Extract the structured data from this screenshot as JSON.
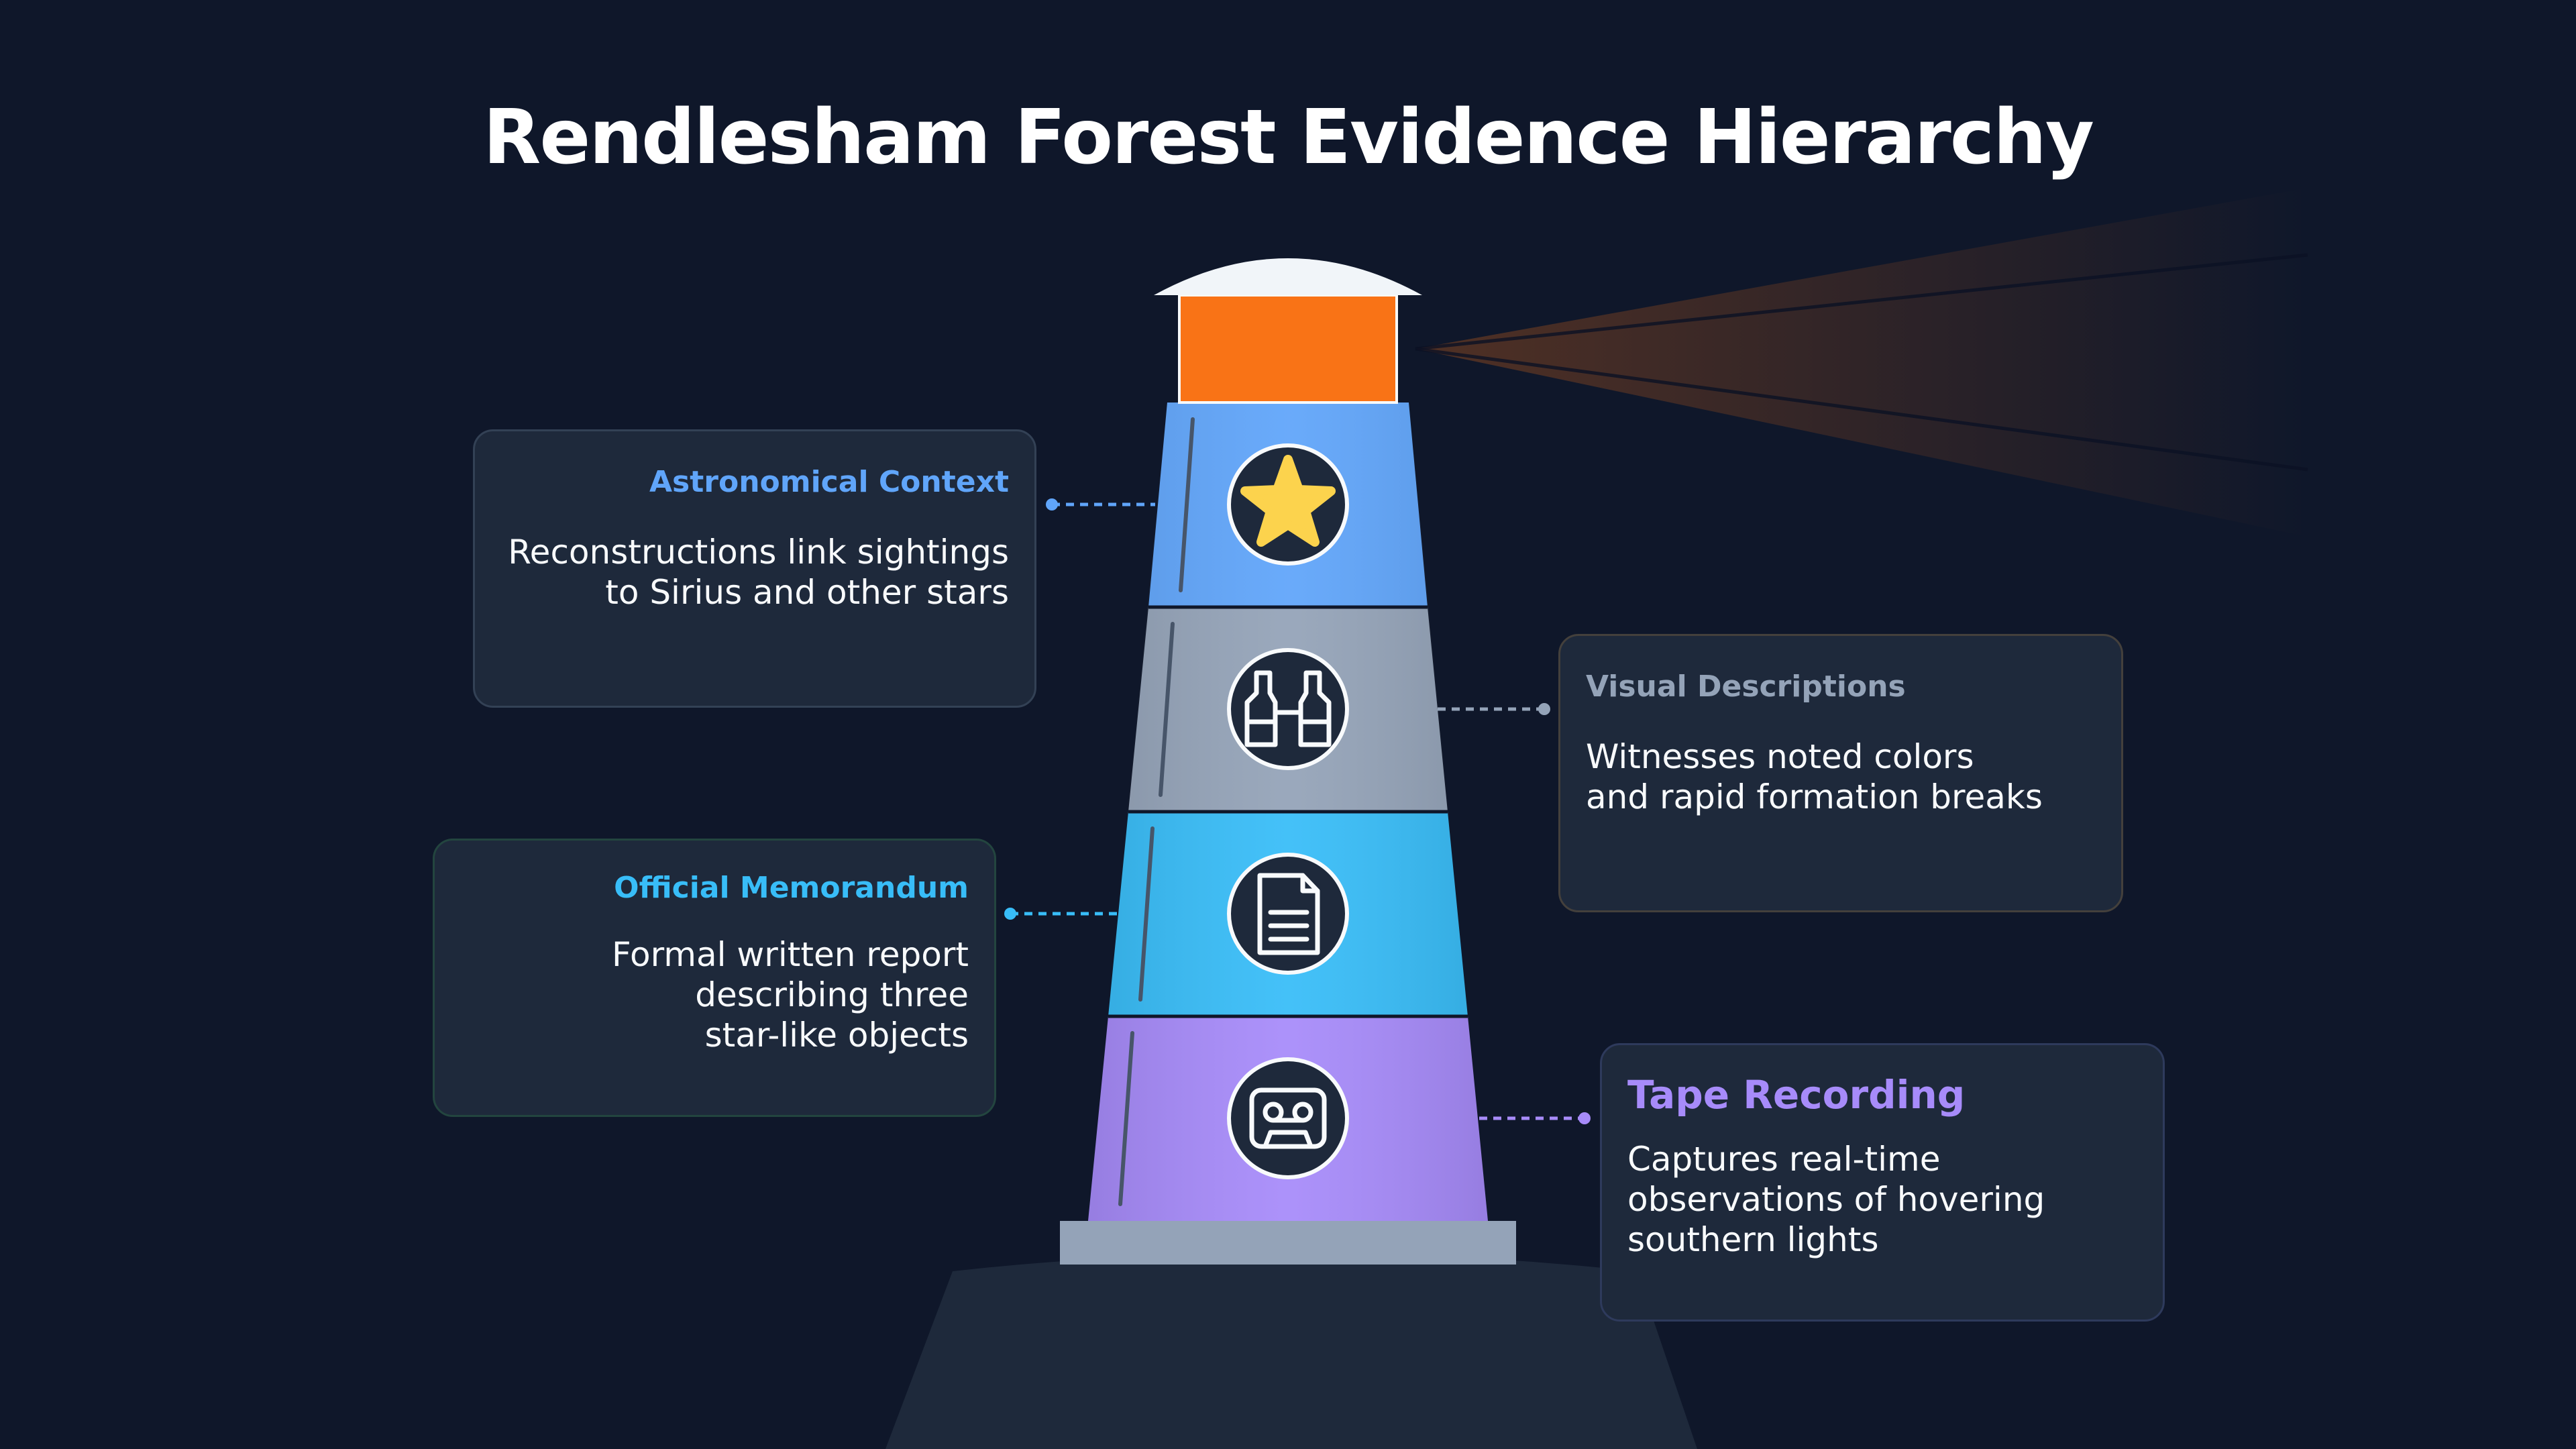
{
  "title": "Rendlesham Forest Evidence Hierarchy",
  "colors": {
    "background": "#0f172a",
    "card": "#1e293b",
    "lamp": "#f97316",
    "tier_astronomical": "#60a5fa",
    "tier_visual": "#94a3b8",
    "tier_memo": "#38bdf8",
    "tier_tape": "#a78bfa",
    "icon_circle": "#1e293b",
    "star_fill": "#fcd34d"
  },
  "tiers": [
    {
      "heading": "Astronomical Context",
      "body": "Reconstructions link sightings\nto Sirius and other stars",
      "icon": "star-icon",
      "color": "#60a5fa",
      "side": "left"
    },
    {
      "heading": "Visual Descriptions",
      "body": "Witnesses noted colors\nand rapid formation breaks",
      "icon": "binoculars-icon",
      "color": "#94a3b8",
      "side": "right"
    },
    {
      "heading": "Official Memorandum",
      "body": "Formal written report\ndescribing three\nstar-like objects",
      "icon": "document-icon",
      "color": "#38bdf8",
      "side": "left"
    },
    {
      "heading": "Tape Recording",
      "body": "Captures real-time\nobservations of hovering\nsouthern lights",
      "icon": "cassette-icon",
      "color": "#a78bfa",
      "side": "right"
    }
  ]
}
